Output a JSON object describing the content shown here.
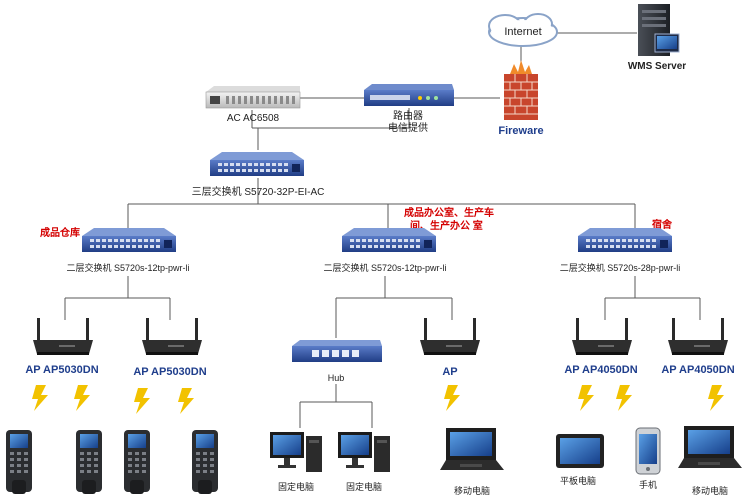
{
  "labels": {
    "internet": "Internet",
    "wms_server": "WMS  Server",
    "ac": "AC AC6508",
    "router_line1": "路由器",
    "router_line2": "电信提供",
    "firewall": "Fireware",
    "core_switch": "三层交换机    S5720-32P-EI-AC",
    "zone_left": "成品仓库",
    "zone_center_line1": "成品办公室、生产车",
    "zone_center_line2": "间、生产办公 室",
    "zone_right": "宿舍",
    "switch_left": "二层交换机  S5720s-12tp-pwr-li",
    "switch_center": "二层交换机  S5720s-12tp-pwr-li",
    "switch_right": "二层交换机  S5720s-28p-pwr-li",
    "ap1": "AP AP5030DN",
    "ap2": "AP AP5030DN",
    "hub": "Hub",
    "ap_center": "AP",
    "ap3": "AP AP4050DN",
    "ap4": "AP AP4050DN",
    "pc1": "固定电脑",
    "pc2": "固定电脑",
    "laptop_center": "移动电脑",
    "tablet": "平板电脑",
    "phone": "手机",
    "laptop_right": "移动电脑"
  },
  "colors": {
    "line": "#5a5a5a",
    "zone_label": "#d40000",
    "ap_label": "#1f3e8c",
    "firewall_label": "#1f3e8c",
    "switch_blue": "#2b4f9e",
    "lightning": "#f2c200"
  }
}
